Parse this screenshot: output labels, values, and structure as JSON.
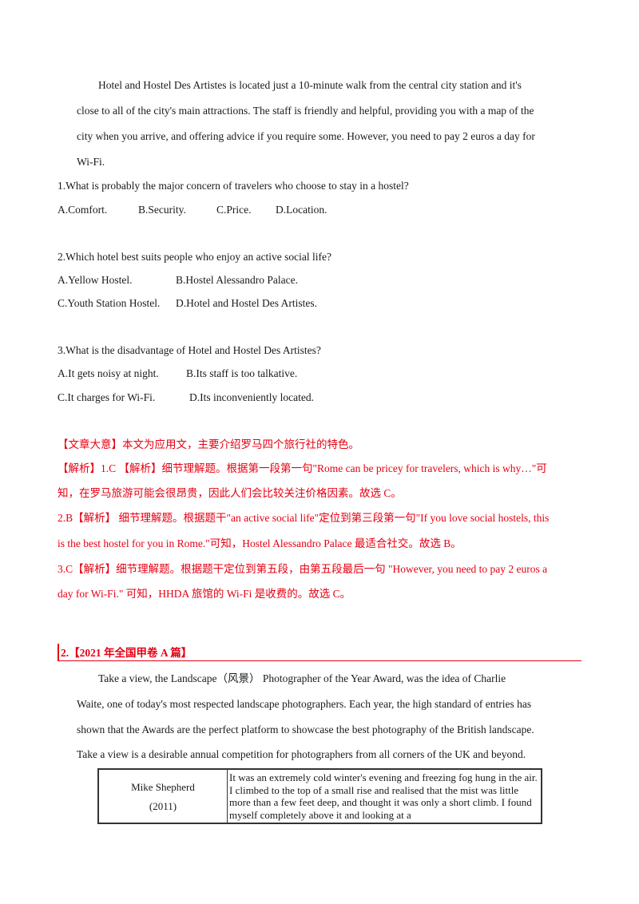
{
  "passage1": {
    "lines": [
      "Hotel and Hostel Des Artistes is located just a 10-minute walk from the central city station and it's",
      "close to all of the city's main attractions. The staff is friendly and helpful, providing you with a map of the",
      "city when you arrive, and offering advice if you require some. However, you need to pay 2 euros a day for",
      "Wi-Fi."
    ]
  },
  "questions": [
    {
      "stem": "1.What is probably the major concern of travelers who choose to stay in a hostel?",
      "options": [
        "A.Comfort.",
        "B.Security.",
        "C.Price.",
        "D.Location."
      ]
    },
    {
      "stem": "2.Which hotel best suits people who enjoy an active social life?",
      "options": [
        "A.Yellow Hostel.",
        "B.Hostel Alessandro Palace.",
        "C.Youth Station Hostel.",
        "D.Hotel and Hostel Des Artistes."
      ]
    },
    {
      "stem": "3.What is the disadvantage of Hotel and Hostel Des Artistes?",
      "options": [
        "A.It gets noisy at night.",
        "B.Its staff is too talkative.",
        "C.It charges for Wi-Fi.",
        "D.Its inconveniently located."
      ]
    }
  ],
  "analysis": {
    "lines": [
      "【文章大意】本文为应用文，主要介绍罗马四个旅行社的特色。",
      "【解析】1.C 【解析】细节理解题。根据第一段第一句\"Rome can be pricey for travelers, which is why…\"可",
      "知，在罗马旅游可能会很昂贵，因此人们会比较关注价格因素。故选 C。",
      "2.B【解析】 细节理解题。根据题干\"an active social life\"定位到第三段第一句\"If you love social hostels, this",
      "is the best hostel for you in Rome.\"可知，Hostel Alessandro Palace 最适合社交。故选 B。",
      "3.C【解析】细节理解题。根据题干定位到第五段，由第五段最后一句 \"However, you need to pay 2 euros a",
      "day for Wi-Fi.\" 可知，HHDA 旅馆的 Wi-Fi 是收费的。故选 C。"
    ]
  },
  "section2": {
    "title": "2.【2021 年全国甲卷 A 篇】",
    "lines": [
      "Take a view, the Landscape（风景） Photographer of the Year Award, was the idea of Charlie",
      "Waite, one of today's most respected landscape photographers. Each year, the high standard of  entries has",
      "shown that the Awards are the perfect platform to showcase the best photography  of the British landscape.",
      "Take a view is a desirable annual competition for photographers from all corners of the UK and beyond."
    ],
    "table": {
      "name": "Mike Shepherd",
      "year": "(2011)",
      "text": "It was an extremely cold winter's evening and freezing fog hung in the air. I climbed to the top of a small rise and realised that the mist was little more than a few feet deep, and thought it was only a short climb. I found myself completely above it and looking at a"
    }
  }
}
